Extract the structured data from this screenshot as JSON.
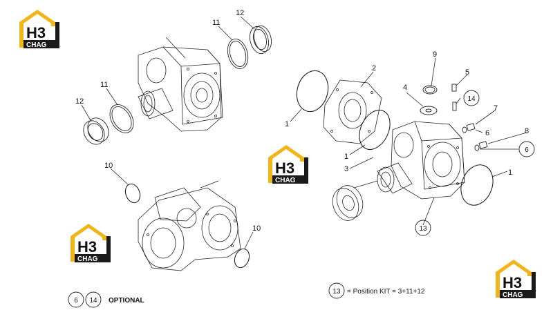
{
  "logo": {
    "mark": "H3",
    "brand": "CHAG",
    "color_yellow": "#f2b519",
    "color_dark": "#1a1a1a"
  },
  "callouts": {
    "c1": "1",
    "c2": "2",
    "c3": "3",
    "c4": "4",
    "c5": "5",
    "c6": "6",
    "c7": "7",
    "c8": "8",
    "c9": "9",
    "c10": "10",
    "c11": "11",
    "c12": "12",
    "c13": "13",
    "c14": "14"
  },
  "legend": {
    "optional_a": "6",
    "optional_b": "14",
    "optional_text": "OPTIONAL",
    "kit_num": "13",
    "kit_text": "= Position KIT = 3+11+12"
  }
}
